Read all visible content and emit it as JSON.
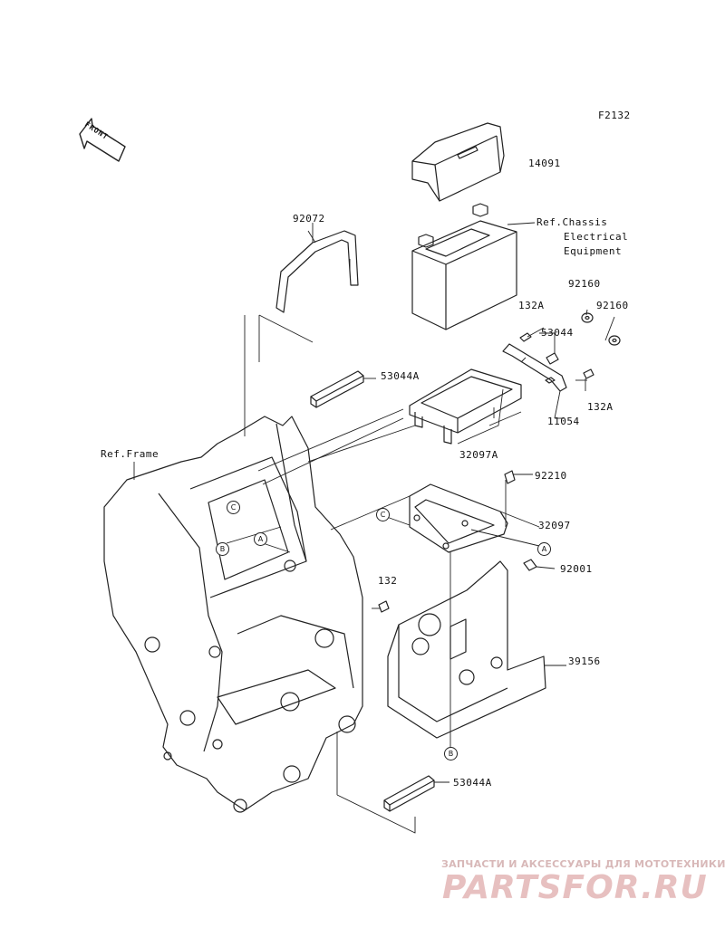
{
  "figure_code": "F2132",
  "front_label": "FRONT",
  "labels": {
    "p14091": "14091",
    "ref_chassis": "Ref.Chassis",
    "ref_chassis_2": "Electrical",
    "ref_chassis_3": "Equipment",
    "p92072": "92072",
    "p92160_a": "92160",
    "p92160_b": "92160",
    "p132A_a": "132A",
    "p53044": "53044",
    "p53044A_a": "53044A",
    "p132A_b": "132A",
    "p11054": "11054",
    "p32097A": "32097A",
    "ref_frame": "Ref.Frame",
    "p92210": "92210",
    "p32097": "32097",
    "p92001": "92001",
    "p132": "132",
    "p39156": "39156",
    "p53044A_b": "53044A"
  },
  "callouts": {
    "frame_c": "C",
    "frame_a": "A",
    "frame_b": "B",
    "tray_c": "C",
    "tray_a": "A",
    "cover_b": "B"
  },
  "watermark": {
    "line1": "ЗАПЧАСТИ И АКСЕССУАРЫ ДЛЯ МОТОТЕХНИКИ",
    "line2": "PARTSFOR.RU"
  }
}
